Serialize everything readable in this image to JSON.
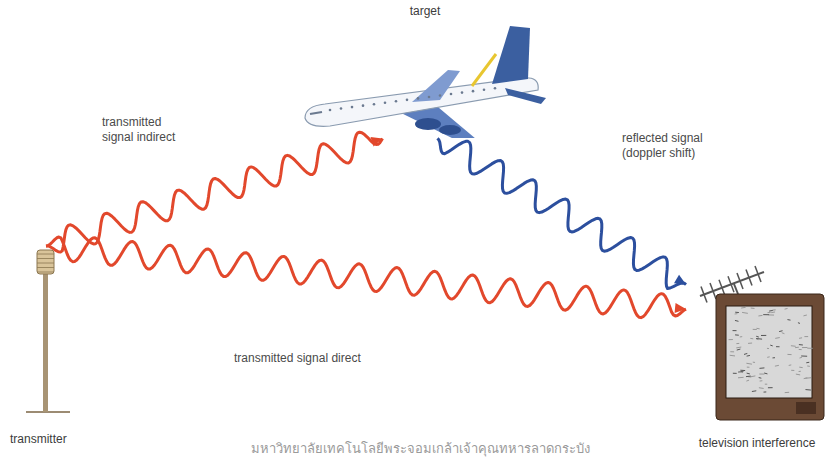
{
  "diagram": {
    "nodes": [
      {
        "text": [
          "target"
        ]
      },
      {
        "text": [
          "transmitter"
        ]
      },
      {
        "text": [
          "television interference"
        ]
      }
    ],
    "edges": [
      {
        "from": 1,
        "to": 0,
        "arrow": "to",
        "label": "transmitted signal indirect"
      },
      {
        "from": 0,
        "to": 2,
        "arrow": "to",
        "label": "reflected signal (doppler shift)"
      },
      {
        "from": 1,
        "to": 2,
        "arrow": "to",
        "label": "transmitted signal direct"
      }
    ],
    "labels": [
      "มหาวิทยาลัยเทคโนโลยีพระจอมเกล้าเจ้าคุณทหารลาดกระบัง"
    ]
  }
}
